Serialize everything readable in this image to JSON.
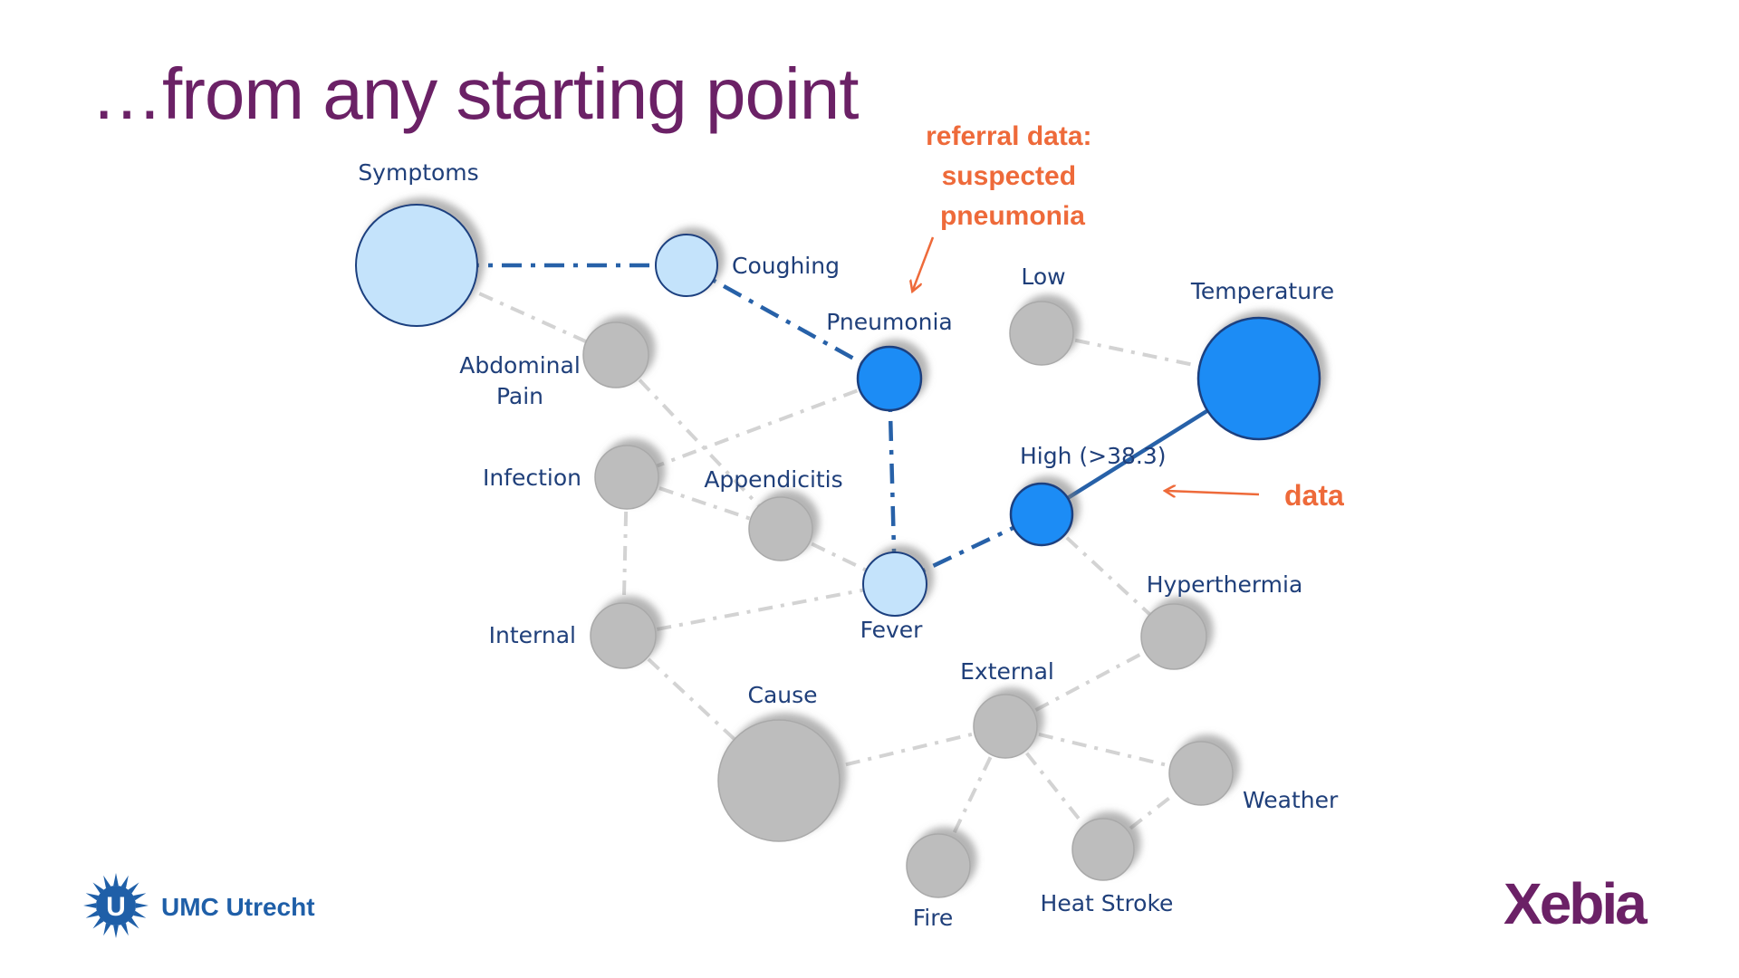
{
  "title": "…from any starting point",
  "colors": {
    "title": "#6b2166",
    "label": "#1f3f7a",
    "active": "#1a8cf5",
    "active_stroke": "#1b3f7f",
    "light": "#c4e3fb",
    "gray_node": "#bdbdbd",
    "gray_edge": "#d3d3d3",
    "accent": "#ee6a3a",
    "edge_active": "#2761a8"
  },
  "nodes": [
    {
      "id": "symptoms",
      "label": "Symptoms",
      "state": "light"
    },
    {
      "id": "coughing",
      "label": "Coughing",
      "state": "light"
    },
    {
      "id": "pneumonia",
      "label": "Pneumonia",
      "state": "active"
    },
    {
      "id": "abdominal-pain",
      "label": "Abdominal Pain",
      "lines": [
        "Abdominal",
        "Pain"
      ],
      "state": "gray"
    },
    {
      "id": "infection",
      "label": "Infection",
      "state": "gray"
    },
    {
      "id": "appendicitis",
      "label": "Appendicitis",
      "state": "gray"
    },
    {
      "id": "fever",
      "label": "Fever",
      "state": "light"
    },
    {
      "id": "internal",
      "label": "Internal",
      "state": "gray"
    },
    {
      "id": "cause",
      "label": "Cause",
      "state": "gray"
    },
    {
      "id": "external",
      "label": "External",
      "state": "gray"
    },
    {
      "id": "fire",
      "label": "Fire",
      "state": "gray"
    },
    {
      "id": "heat-stroke",
      "label": "Heat Stroke",
      "state": "gray"
    },
    {
      "id": "weather",
      "label": "Weather",
      "state": "gray"
    },
    {
      "id": "hyperthermia",
      "label": "Hyperthermia",
      "state": "gray"
    },
    {
      "id": "high",
      "label": "High (>38.3)",
      "state": "active"
    },
    {
      "id": "low",
      "label": "Low",
      "state": "gray"
    },
    {
      "id": "temperature",
      "label": "Temperature",
      "state": "active"
    }
  ],
  "edges": [
    {
      "from": "symptoms",
      "to": "coughing",
      "style": "active-dash"
    },
    {
      "from": "coughing",
      "to": "pneumonia",
      "style": "active-dash"
    },
    {
      "from": "pneumonia",
      "to": "fever",
      "style": "active-dash"
    },
    {
      "from": "fever",
      "to": "high",
      "style": "active-dash"
    },
    {
      "from": "high",
      "to": "temperature",
      "style": "active-solid"
    },
    {
      "from": "symptoms",
      "to": "abdominal-pain",
      "style": "gray"
    },
    {
      "from": "abdominal-pain",
      "to": "appendicitis",
      "style": "gray"
    },
    {
      "from": "pneumonia",
      "to": "infection",
      "style": "gray"
    },
    {
      "from": "infection",
      "to": "appendicitis",
      "style": "gray"
    },
    {
      "from": "infection",
      "to": "internal",
      "style": "gray"
    },
    {
      "from": "appendicitis",
      "to": "fever",
      "style": "gray"
    },
    {
      "from": "internal",
      "to": "fever",
      "style": "gray"
    },
    {
      "from": "internal",
      "to": "cause",
      "style": "gray"
    },
    {
      "from": "cause",
      "to": "external",
      "style": "gray"
    },
    {
      "from": "external",
      "to": "fire",
      "style": "gray"
    },
    {
      "from": "external",
      "to": "heat-stroke",
      "style": "gray"
    },
    {
      "from": "external",
      "to": "weather",
      "style": "gray"
    },
    {
      "from": "external",
      "to": "hyperthermia",
      "style": "gray"
    },
    {
      "from": "heat-stroke",
      "to": "weather",
      "style": "gray"
    },
    {
      "from": "high",
      "to": "hyperthermia",
      "style": "gray"
    },
    {
      "from": "low",
      "to": "temperature",
      "style": "gray"
    }
  ],
  "annotations": {
    "referral": [
      "referral data:",
      "suspected",
      "pneumonia"
    ],
    "data": "data"
  },
  "logos": {
    "umc": "UMC Utrecht",
    "xebia": "Xebia"
  }
}
